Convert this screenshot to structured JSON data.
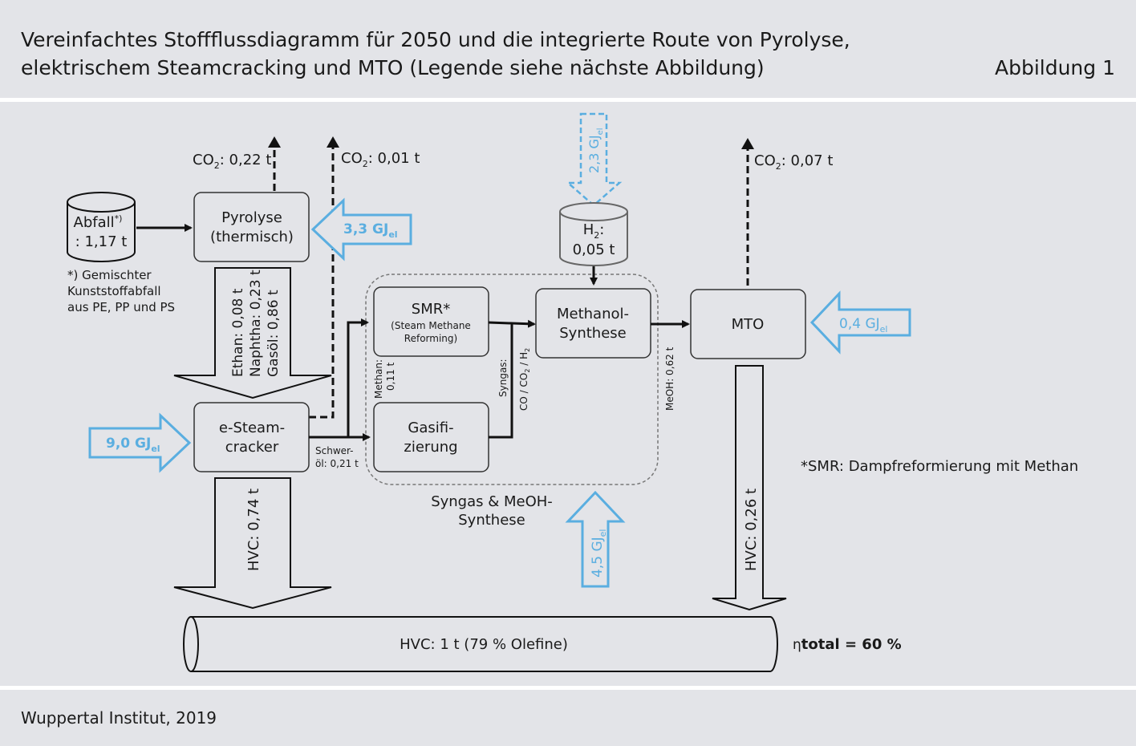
{
  "header": {
    "title_line1": "Vereinfachtes Stoffflussdiagramm für 2050 und die integrierte Route von Pyrolyse,",
    "title_line2": "elektrischem Steamcracking und MTO (Legende siehe nächste Abbildung)",
    "figure_label": "Abbildung 1"
  },
  "footer": {
    "source": "Wuppertal Institut, 2019"
  },
  "diagram": {
    "abfall": {
      "label": "Abfall",
      "sup": "*)",
      "value": ": 1,17 t"
    },
    "footnote_waste": [
      "*) Gemischter",
      "Kunststoffabfall",
      "aus PE, PP und PS"
    ],
    "pyrolyse": {
      "line1": "Pyrolyse",
      "line2": "(thermisch)"
    },
    "co2_pyrolyse": {
      "prefix": "CO",
      "sub": "2",
      "value": ": 0,22 t"
    },
    "co2_cracker": {
      "prefix": "CO",
      "sub": "2",
      "value": ": 0,01 t"
    },
    "co2_mto": {
      "prefix": "CO",
      "sub": "2",
      "value": ": 0,07 t"
    },
    "energy_pyrolyse": {
      "value": "3,3 GJ",
      "sub": "el"
    },
    "energy_cracker": {
      "value": "9,0 GJ",
      "sub": "el"
    },
    "energy_mto": {
      "value": "0,4 GJ",
      "sub": "el"
    },
    "energy_h2": {
      "value": "2,3 GJ",
      "sub": "el"
    },
    "energy_syngas": {
      "value": "4,5 GJ",
      "sub": "el"
    },
    "pyrolyse_products": [
      "Ethan: 0,08 t",
      "Naphtha: 0,23 t",
      "Gasöl: 0,86 t"
    ],
    "cracker": {
      "line1": "e-Steam-",
      "line2": "cracker"
    },
    "schweroel": {
      "line1": "Schwer-",
      "line2": "öl: 0,21 t"
    },
    "methan_flow": {
      "line1": "Methan:",
      "line2": "0,11 t"
    },
    "smr": {
      "title": "SMR*",
      "sub1": "(Steam Methane",
      "sub2": "Reforming)"
    },
    "gasifi": {
      "line1": "Gasifi-",
      "line2": "zierung"
    },
    "syngas_flow": {
      "line1": "Syngas:",
      "line2": "CO / CO",
      "sub_a": "2",
      "slash": " / H",
      "sub_b": "2"
    },
    "h2_tank": {
      "prefix": "H",
      "sub": "2",
      "colon": ":",
      "value": "0,05 t"
    },
    "methanol": {
      "line1": "Methanol-",
      "line2": "Synthese"
    },
    "meoh_flow": "MeOH: 0,62 t",
    "syngas_group": {
      "line1": "Syngas & MeOH-",
      "line2": "Synthese"
    },
    "mto": {
      "label": "MTO"
    },
    "smr_note": "*SMR: Dampfreformierung mit Methan",
    "hvc_cracker": "HVC: 0,74 t",
    "hvc_mto": "HVC: 0,26 t",
    "hvc_total": "HVC: 1 t (79 % Olefine)",
    "efficiency": {
      "symbol": "η",
      "text": "total = 60 %"
    }
  },
  "colors": {
    "background": "#e3e4e8",
    "accent_blue": "#5aaee0",
    "box_border": "#333333",
    "box_fill": "#e3e4e8"
  }
}
